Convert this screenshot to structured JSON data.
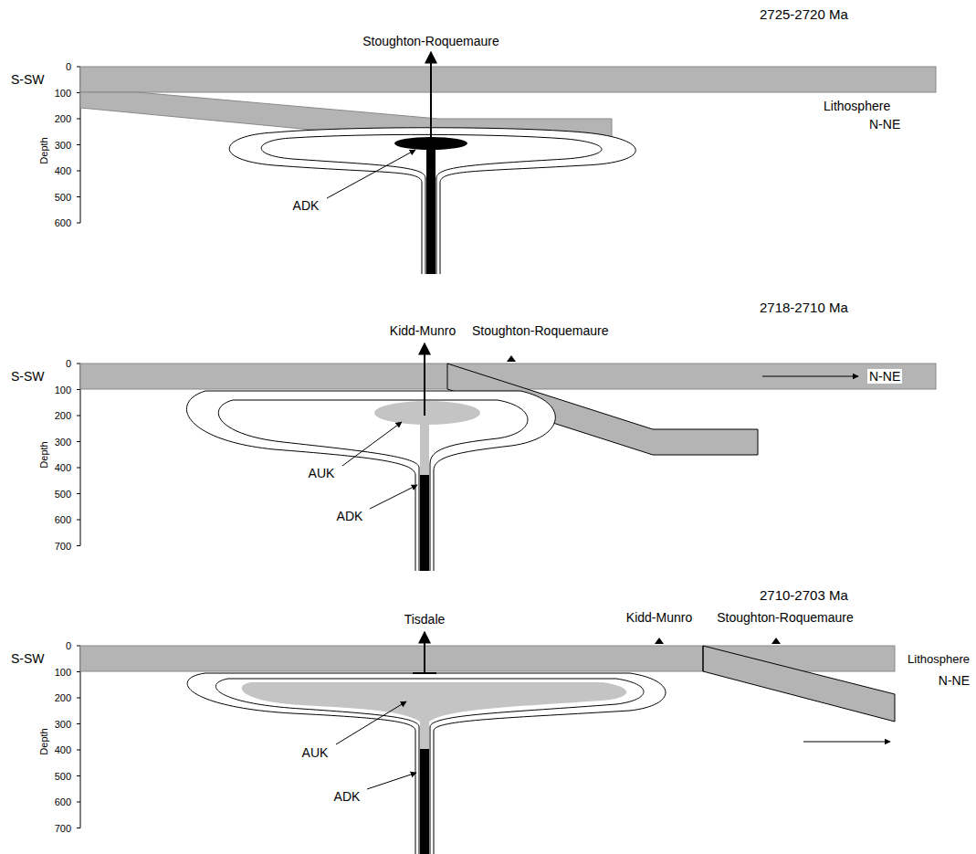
{
  "diagram": {
    "labels": [
      "2725-2720 Ma",
      "Stoughton-Roquemaure",
      "S-SW",
      "0",
      "100",
      "200",
      "300",
      "400",
      "500",
      "600",
      "Lithosphere",
      "N-NE",
      "Depth",
      "ADK",
      "2718-2710 Ma",
      "Kidd-Munro",
      "Stoughton-Roquemaure",
      "S-SW",
      "0",
      "100",
      "200",
      "300",
      "400",
      "500",
      "600",
      "700",
      "N-NE",
      "AUK",
      "Depth",
      "ADK",
      "2710-2703 Ma",
      "Tisdale",
      "Kidd-Munro",
      "Stoughton-Roquemaure",
      "S-SW",
      "0",
      "100",
      "200",
      "300",
      "400",
      "500",
      "600",
      "700",
      "Lithosphere",
      "N-NE",
      "AUK",
      "Depth",
      "ADK"
    ]
  }
}
